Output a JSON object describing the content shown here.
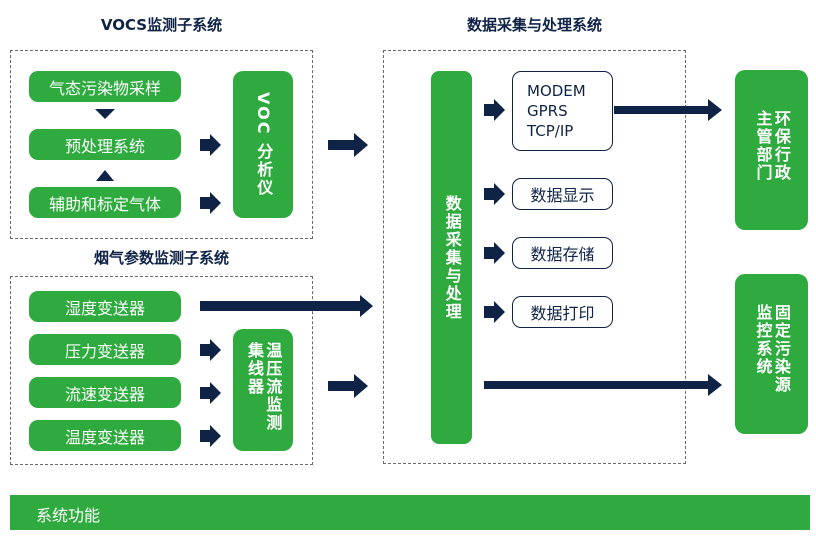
{
  "colors": {
    "green": "#2eaa3f",
    "navy": "#0f2347",
    "dash": "#6a6a6a"
  },
  "vocs": {
    "title": "VOCS监测子系统",
    "items": [
      "气态污染物采样",
      "预处理系统",
      "辅助和标定气体"
    ],
    "analyzer": "VOC 分析仪"
  },
  "flue": {
    "title": "烟气参数监测子系统",
    "items": [
      "湿度变送器",
      "压力变送器",
      "流速变送器",
      "温度变送器"
    ],
    "collector": "温压流监测集线器"
  },
  "daq": {
    "title": "数据采集与处理系统",
    "bar": "数据采集与处理",
    "modem": [
      "MODEM",
      "GPRS",
      "TCP/IP"
    ],
    "outputs": [
      "数据显示",
      "数据存储",
      "数据打印"
    ]
  },
  "targets": {
    "authority": "环保行政主管部门",
    "monitor": "固定污染源监控系统"
  },
  "footer": {
    "label": "系统功能"
  }
}
